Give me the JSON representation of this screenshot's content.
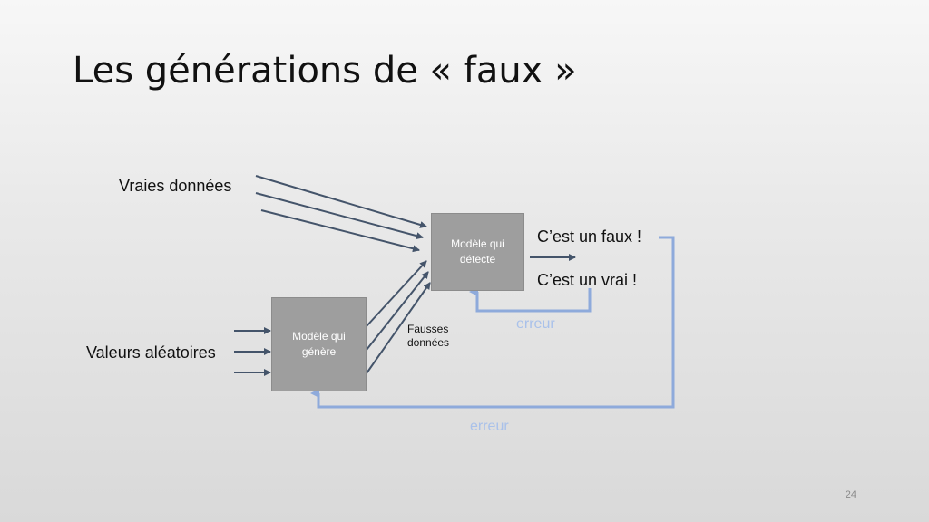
{
  "slide": {
    "title": "Les générations de « faux »",
    "page_number": "24"
  },
  "diagram": {
    "real_data_label": "Vraies données",
    "random_values_label": "Valeurs aléatoires",
    "generator_box": {
      "line1": "Modèle qui",
      "line2": "génère"
    },
    "detector_box": {
      "line1": "Modèle qui",
      "line2": "détecte"
    },
    "fake_data_label": {
      "line1": "Fausses",
      "line2": "données"
    },
    "output_fake": "C’est un faux !",
    "output_real": "C’est un vrai !",
    "error_label_detector": "erreur",
    "error_label_generator": "erreur",
    "colors": {
      "arrow": "#44546a",
      "feedback": "#8eaadb",
      "box": "#9e9e9e"
    }
  }
}
